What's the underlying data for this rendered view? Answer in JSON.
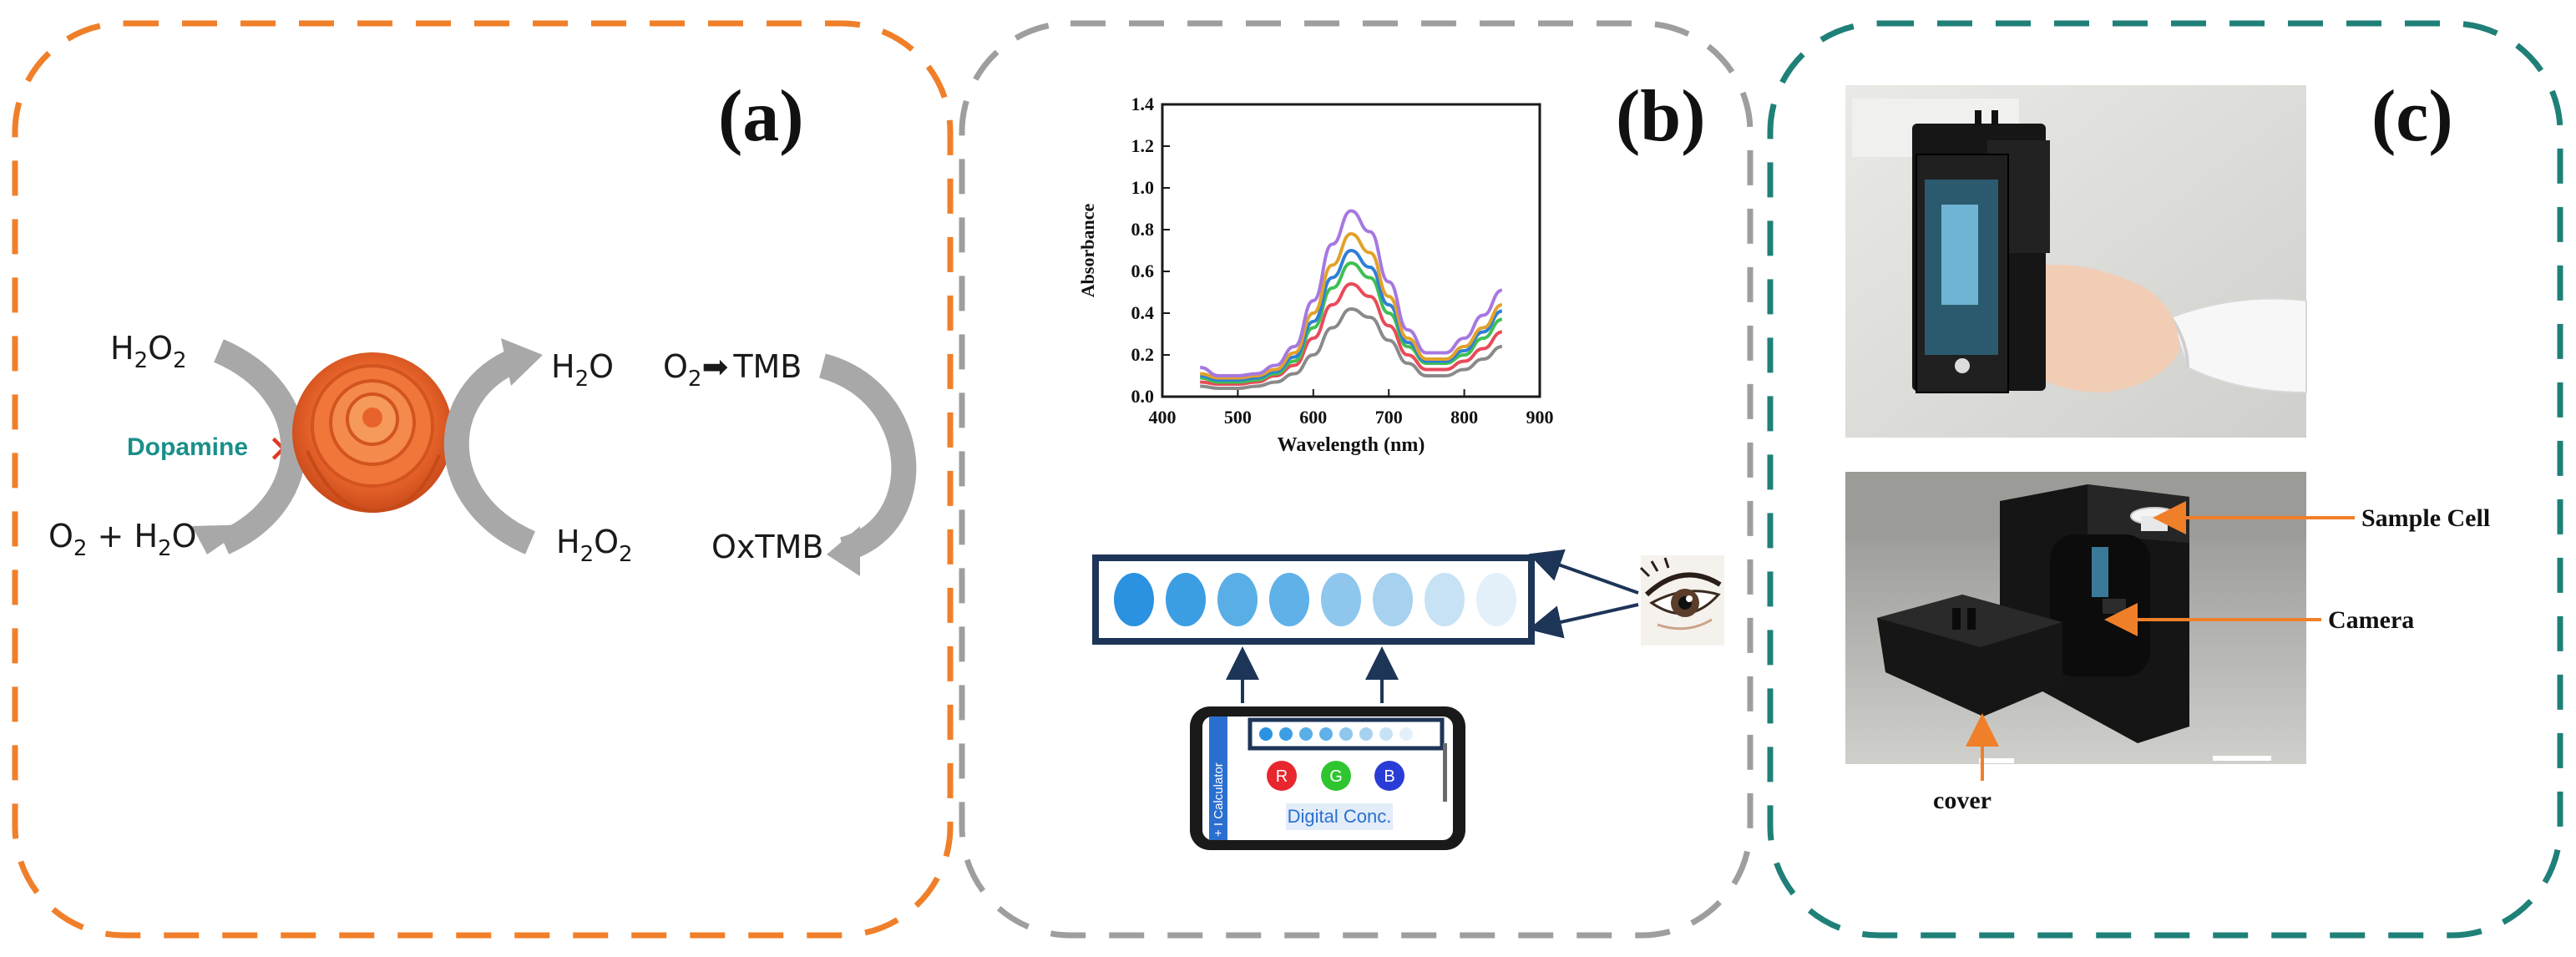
{
  "panel_a": {
    "label": "(a)",
    "border_color": "#f07f2a",
    "h2o2_left": [
      "H",
      "2",
      "O",
      "2"
    ],
    "o2_h2o": [
      "O",
      "2",
      " + H",
      "2",
      "O"
    ],
    "dopamine": "Dopamine",
    "dopamine_color": "#1a8f8a",
    "inhibit_mark": "✕",
    "inhibit_color": "#e03a22",
    "h2o_right": [
      "H",
      "2",
      "O"
    ],
    "h2o2_right": [
      "H",
      "2",
      "O",
      "2"
    ],
    "o2_tmb": [
      "O",
      "2",
      "➡",
      "TMB"
    ],
    "oxtmb": "OxTMB",
    "flower_color": "#ef6a2e"
  },
  "panel_b": {
    "label": "(b)",
    "border_color": "#9e9e9e",
    "calculator_label": "+ I Calculator",
    "rgb": [
      "R",
      "G",
      "B"
    ],
    "rgb_colors": [
      "#e8262d",
      "#2fc52f",
      "#2a3cd6"
    ],
    "digital": "Digital Conc.",
    "strip_colors": [
      "#2a92e0",
      "#3b9ee3",
      "#5aaee6",
      "#5fb1e8",
      "#8ec6ee",
      "#a6d2f0",
      "#c7e2f5",
      "#e3f0fa"
    ]
  },
  "panel_c": {
    "label": "(c)",
    "border_color": "#1f8078",
    "sample_cell": "Sample Cell",
    "camera": "Camera",
    "cover": "cover",
    "arrow_color": "#f07f2a"
  },
  "chart_data": {
    "type": "line",
    "xlabel": "Wavelength (nm)",
    "ylabel": "Absorbance",
    "xlim": [
      400,
      900
    ],
    "ylim": [
      0.0,
      1.4
    ],
    "xticks": [
      "400",
      "500",
      "600",
      "700",
      "800",
      "900"
    ],
    "yticks": [
      "0.0",
      "0.2",
      "0.4",
      "0.6",
      "0.8",
      "1.0",
      "1.2",
      "1.4"
    ],
    "x": [
      450,
      475,
      500,
      525,
      550,
      575,
      600,
      625,
      650,
      675,
      700,
      725,
      750,
      775,
      800,
      825,
      850
    ],
    "series": [
      {
        "color": "#8a8a8a",
        "values": [
          0.05,
          0.04,
          0.04,
          0.05,
          0.07,
          0.11,
          0.2,
          0.33,
          0.42,
          0.38,
          0.27,
          0.16,
          0.1,
          0.1,
          0.13,
          0.18,
          0.24
        ]
      },
      {
        "color": "#e84b5a",
        "values": [
          0.07,
          0.06,
          0.06,
          0.07,
          0.1,
          0.15,
          0.28,
          0.44,
          0.54,
          0.48,
          0.34,
          0.2,
          0.13,
          0.13,
          0.17,
          0.23,
          0.31
        ]
      },
      {
        "color": "#3fbf53",
        "values": [
          0.09,
          0.07,
          0.07,
          0.08,
          0.11,
          0.17,
          0.33,
          0.52,
          0.64,
          0.57,
          0.4,
          0.24,
          0.16,
          0.16,
          0.2,
          0.28,
          0.37
        ]
      },
      {
        "color": "#2f7fd6",
        "values": [
          0.1,
          0.08,
          0.08,
          0.09,
          0.12,
          0.19,
          0.36,
          0.57,
          0.7,
          0.62,
          0.44,
          0.26,
          0.17,
          0.17,
          0.22,
          0.31,
          0.41
        ]
      },
      {
        "color": "#e1a22a",
        "values": [
          0.11,
          0.09,
          0.09,
          0.1,
          0.13,
          0.21,
          0.4,
          0.63,
          0.78,
          0.69,
          0.48,
          0.28,
          0.18,
          0.18,
          0.24,
          0.33,
          0.44
        ]
      },
      {
        "color": "#a678e0",
        "values": [
          0.14,
          0.1,
          0.1,
          0.11,
          0.15,
          0.24,
          0.46,
          0.73,
          0.89,
          0.79,
          0.55,
          0.32,
          0.21,
          0.21,
          0.28,
          0.39,
          0.51
        ]
      }
    ]
  }
}
